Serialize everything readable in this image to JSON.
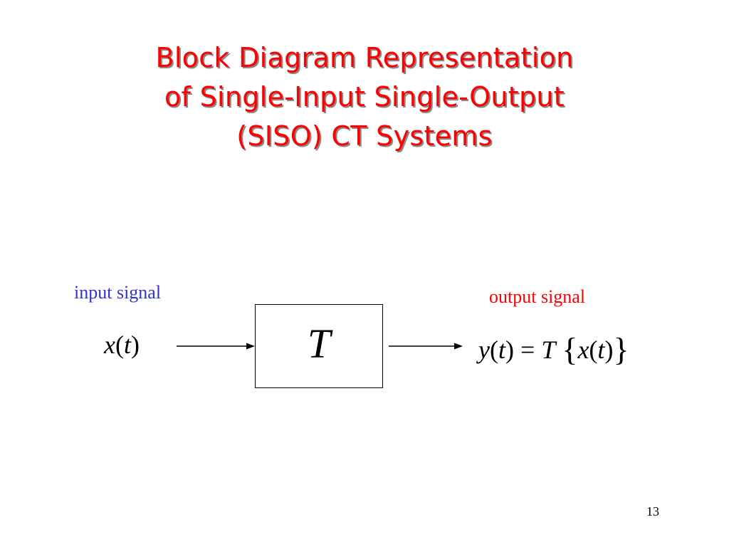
{
  "title": {
    "line1": "Block Diagram Representation",
    "line2": "of Single-Input Single-Output",
    "line3": "(SISO) CT Systems"
  },
  "diagram": {
    "input_label": "input signal",
    "output_label": "output signal",
    "input_expr": {
      "fn": "x",
      "open": "(",
      "var": "t",
      "close": ")"
    },
    "block_symbol": "T",
    "output_expr": {
      "lhs_fn": "y",
      "lhs_open": "(",
      "lhs_var": "t",
      "lhs_close": ")",
      "equals": "=",
      "operator": "T",
      "brace_open": "{",
      "inner_fn": "x",
      "inner_open": "(",
      "inner_var": "t",
      "inner_close": ")",
      "brace_close": "}"
    }
  },
  "page_number": "13",
  "colors": {
    "title": "#ff0000",
    "input_label": "#3333cc",
    "output_label": "#ff0000",
    "lines": "#000000"
  }
}
